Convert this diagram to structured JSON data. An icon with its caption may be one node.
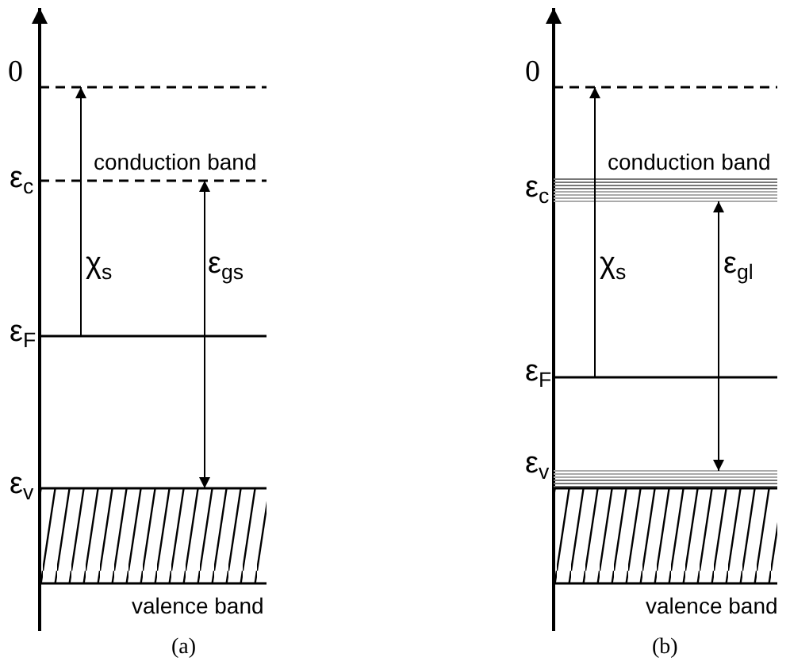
{
  "diagram": {
    "labels": [
      "0",
      "conduction band",
      "ε$_{c}$",
      "χ$_{s}$",
      "ε$_{gs}$",
      "ε$_{F}$",
      "ε$_{v}$",
      "valence band",
      "(a)",
      "0",
      "conduction band",
      "ε$_{c}$",
      "χ$_{s}$",
      "ε$_{gl}$",
      "ε$_{F}$",
      "ε$_{v}$",
      "valence band",
      "(b)"
    ]
  }
}
